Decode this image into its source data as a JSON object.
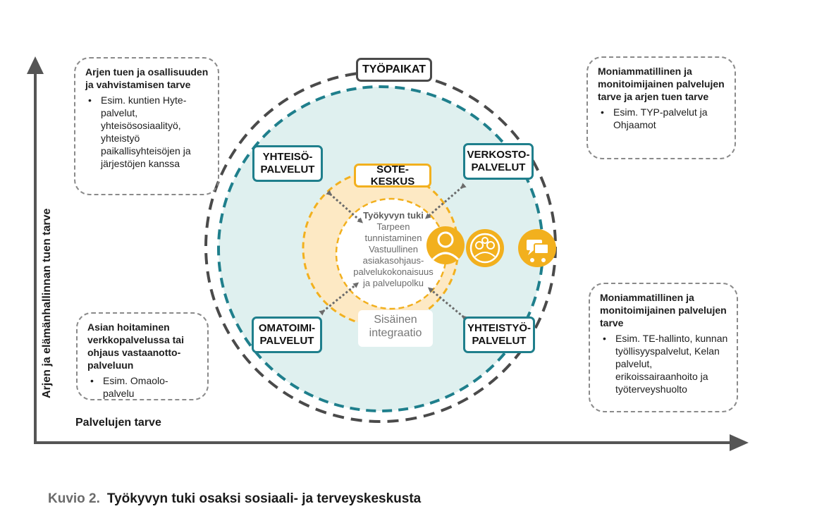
{
  "axes": {
    "y_label": "Arjen ja elämänhallinnan tuen tarve",
    "x_label": "Palvelujen tarve"
  },
  "notes": {
    "top_left": {
      "head": "Arjen tuen ja osallisuuden ja vahvistamisen tarve",
      "items": [
        "Esim. kuntien Hyte-palvelut, yhteisösosiaalityö, yhteistyö paikallisyhteisöjen ja järjestöjen kanssa"
      ]
    },
    "top_right": {
      "head": "Moniammatillinen ja monitoimijainen palvelujen tarve ja arjen tuen tarve",
      "items": [
        "Esim. TYP-palvelut ja Ohjaamot"
      ]
    },
    "bottom_left": {
      "head": "Asian hoitaminen verkkopalvelussa tai ohjaus vastaanotto-palveluun",
      "items": [
        "Esim. Omaolo-palvelu"
      ]
    },
    "bottom_right": {
      "head": "Moniammatillinen ja monitoimijainen palvelujen tarve",
      "items": [
        "Esim. TE-hallinto, kunnan työllisyyspalvelut, Kelan palvelut, erikoissairaanhoito ja työterveyshuolto"
      ]
    }
  },
  "circle": {
    "outer_label": "TYÖPAIKAT",
    "core_label": "SOTE-KESKUS",
    "services": {
      "top_left": [
        "YHTEISÖ-",
        "PALVELUT"
      ],
      "top_right": [
        "VERKOSTO-",
        "PALVELUT"
      ],
      "bottom_left": [
        "OMATOIMI-",
        "PALVELUT"
      ],
      "bottom_right": [
        "YHTEISTYÖ-",
        "PALVELUT"
      ]
    },
    "inner": {
      "title": "Työkyvyn tuki",
      "lines": [
        "Tarpeen",
        "tunnistaminen",
        "Vastuullinen asiakasohjaus-",
        "palvelukokonaisuus",
        "ja palvelupolku"
      ]
    },
    "integration": [
      "Sisäinen",
      "integraatio"
    ]
  },
  "icons": [
    "person-icon",
    "group-icon",
    "chat-icon"
  ],
  "colors": {
    "teal": "#1f7f8c",
    "light_teal": "#dff0ef",
    "orange": "#f2b01e",
    "light_orange": "#fde9c4",
    "dark_gray": "#4a4a4a"
  },
  "caption": {
    "number": "Kuvio 2.",
    "title": "Työkyvyn tuki osaksi sosiaali- ja terveyskeskusta"
  }
}
